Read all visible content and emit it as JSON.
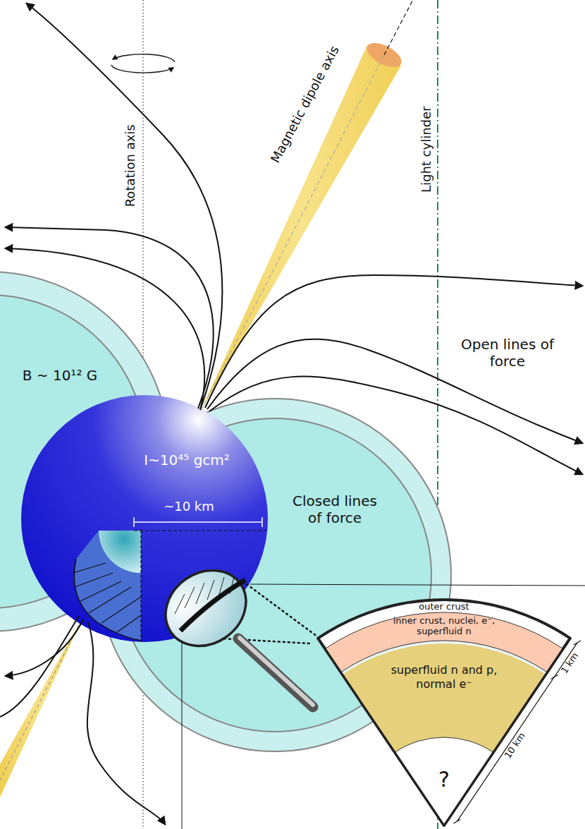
{
  "diagram": {
    "nodes": [
      {
        "text": [
          "B ~ 10¹² G"
        ]
      },
      {
        "text": [
          "I~10⁴⁵ gcm²",
          "~10 km"
        ]
      },
      {
        "text": [
          "Closed lines of force"
        ]
      },
      {
        "text": [
          "outer crust"
        ]
      },
      {
        "text": [
          "inner crust, nuclei, e⁻, superfluid n"
        ]
      },
      {
        "text": [
          "superfluid n and p, normal e⁻"
        ]
      },
      {
        "text": [
          "?"
        ]
      }
    ],
    "labels": [
      "Rotation axis",
      "Magnetic dipole axis",
      "Light cylinder",
      "Open lines of force",
      "1 km",
      "10 km"
    ]
  }
}
